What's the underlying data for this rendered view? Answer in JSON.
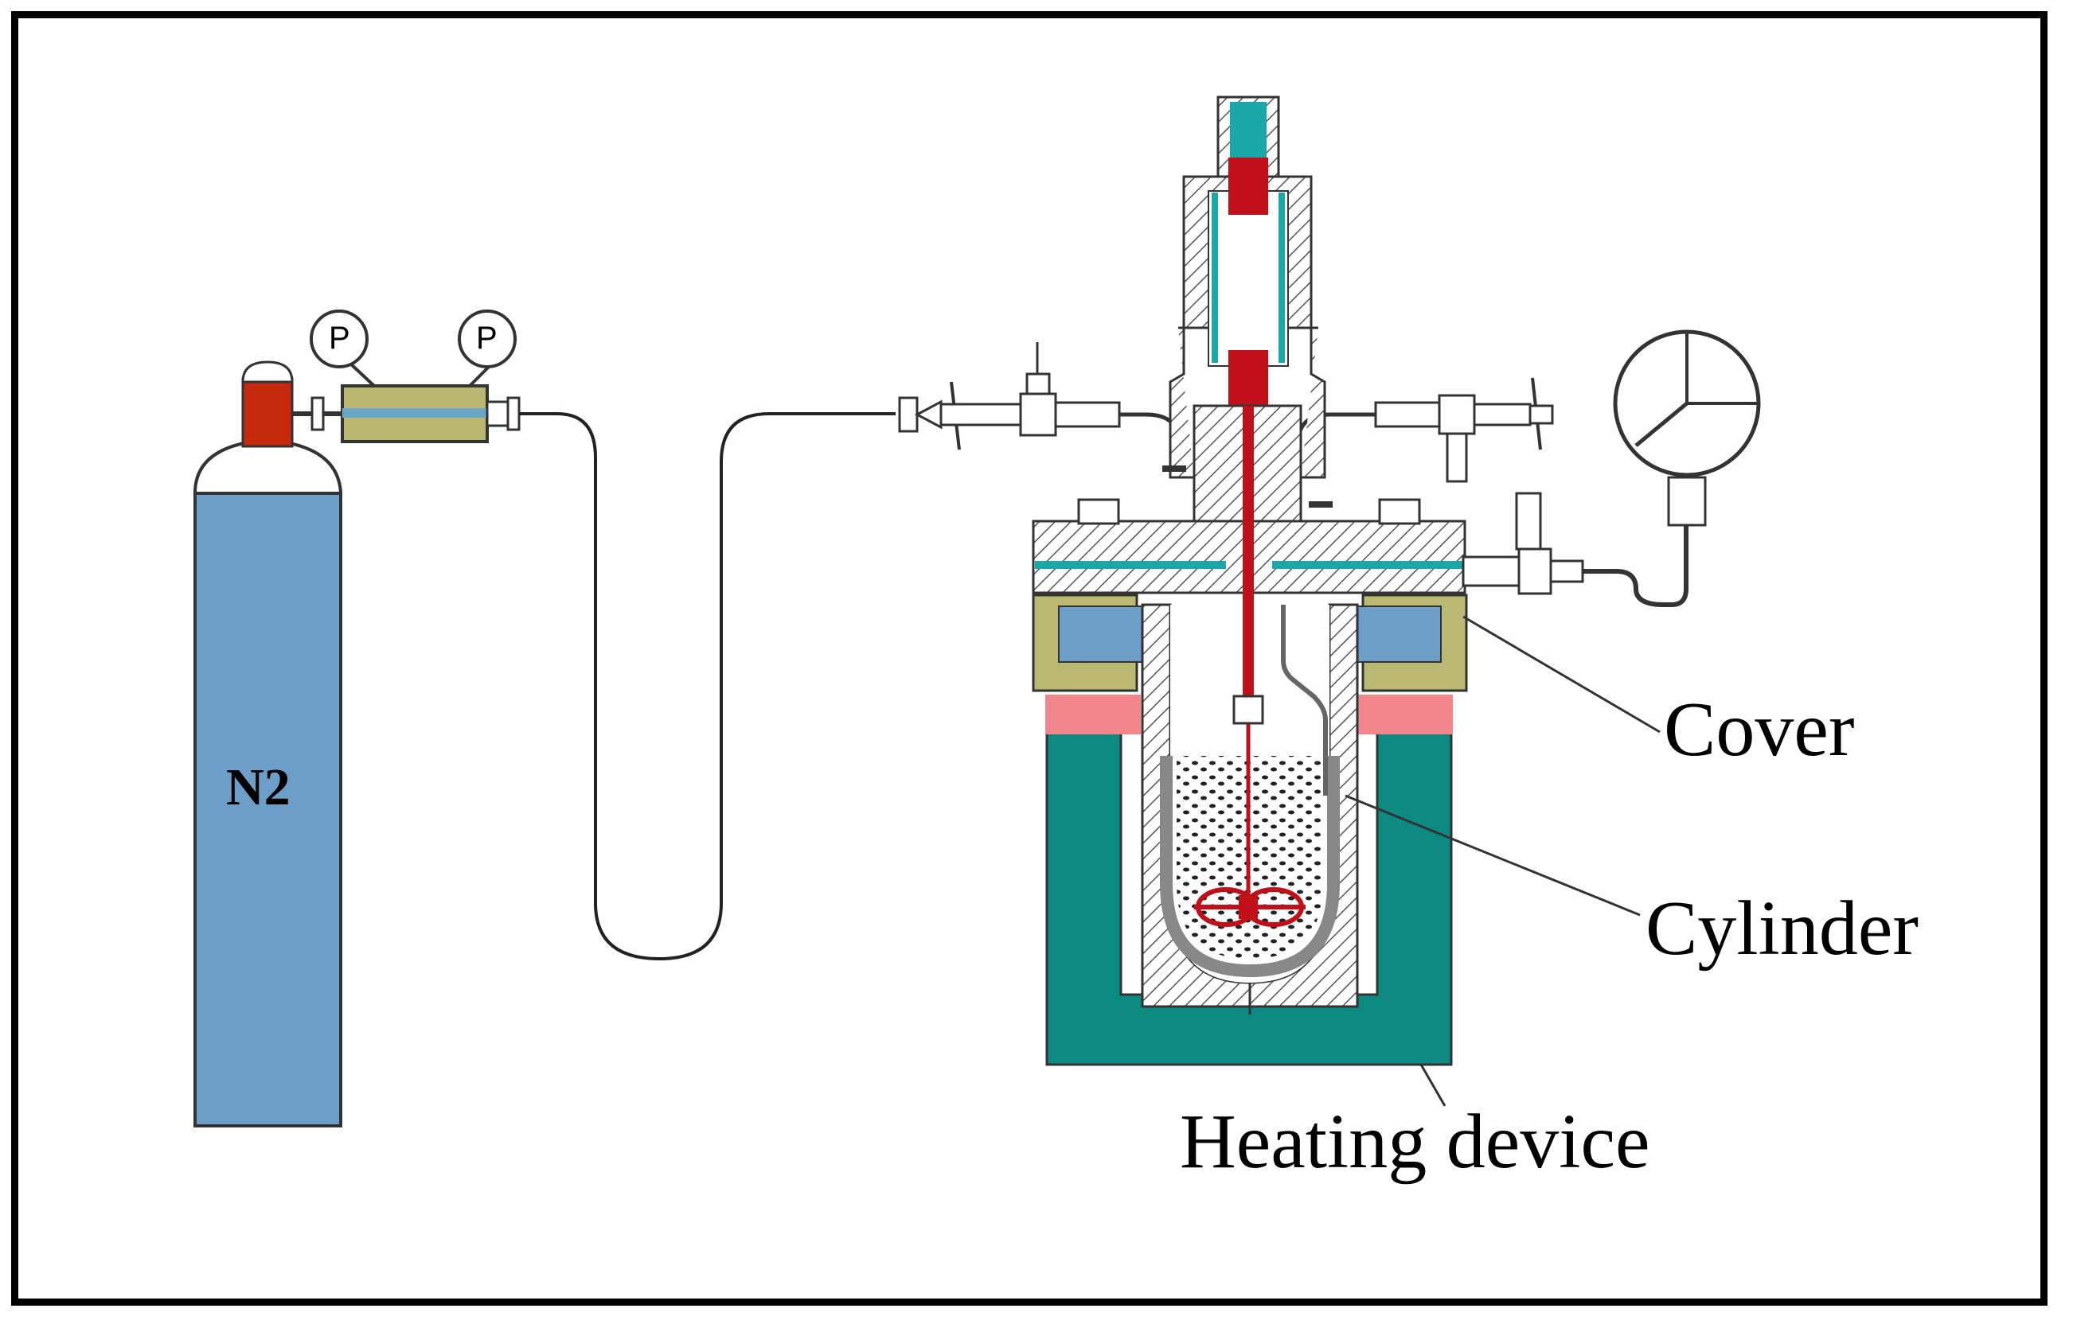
{
  "labels": {
    "cover": "Cover",
    "cylinder": "Cylinder",
    "heating_device": "Heating device",
    "gas_cylinder": "N2"
  },
  "regulator": {
    "gauge_1": "P",
    "gauge_2": "P"
  },
  "colors": {
    "gas_cylinder_body": "#6d9ec8",
    "gas_cylinder_valve": "#c52a0c",
    "regulator_body": "#b8b870",
    "regulator_stripe": "#6aa6c8",
    "stirrer": "#c0101a",
    "cooling_channel": "#1aa7a8",
    "cover_block": "#6d9ec8",
    "cover_frame": "#b9b974",
    "insulation_ring": "#f2868c",
    "heating_jacket": "#0c8a82"
  }
}
